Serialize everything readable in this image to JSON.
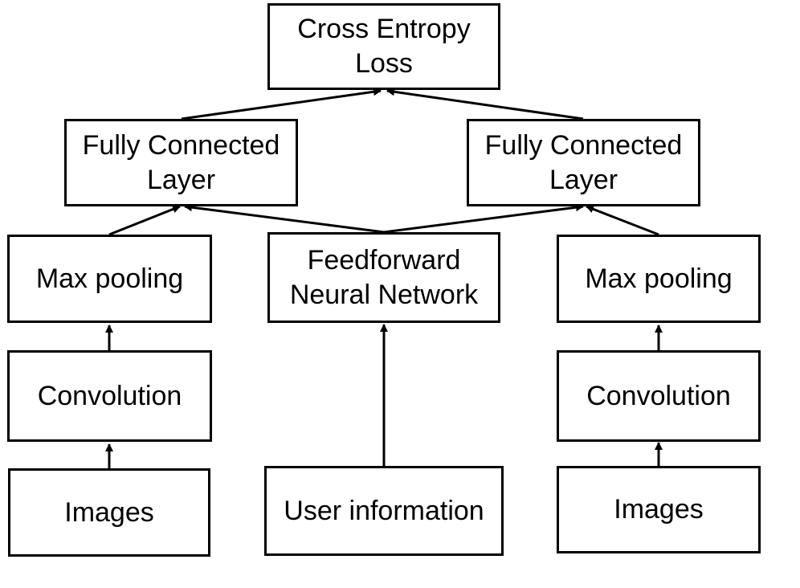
{
  "diagram": {
    "loss": {
      "line1": "Cross Entropy",
      "line2": "Loss"
    },
    "fc_left": {
      "line1": "Fully Connected",
      "line2": "Layer"
    },
    "fc_right": {
      "line1": "Fully Connected",
      "line2": "Layer"
    },
    "maxpool_left": {
      "label": "Max pooling"
    },
    "maxpool_right": {
      "label": "Max pooling"
    },
    "ffnn": {
      "line1": "Feedforward",
      "line2": "Neural Network"
    },
    "conv_left": {
      "label": "Convolution"
    },
    "conv_right": {
      "label": "Convolution"
    },
    "images_left": {
      "label": "Images"
    },
    "images_right": {
      "label": "Images"
    },
    "user_info": {
      "label": "User information"
    },
    "edges": [
      {
        "from": "images-left",
        "to": "conv-left"
      },
      {
        "from": "conv-left",
        "to": "maxpool-left"
      },
      {
        "from": "maxpool-left",
        "to": "fc-left"
      },
      {
        "from": "ffnn",
        "to": "fc-left"
      },
      {
        "from": "ffnn",
        "to": "fc-right"
      },
      {
        "from": "maxpool-right",
        "to": "fc-right"
      },
      {
        "from": "conv-right",
        "to": "maxpool-right"
      },
      {
        "from": "images-right",
        "to": "conv-right"
      },
      {
        "from": "user-info",
        "to": "ffnn"
      },
      {
        "from": "fc-left",
        "to": "loss"
      },
      {
        "from": "fc-right",
        "to": "loss"
      }
    ]
  }
}
